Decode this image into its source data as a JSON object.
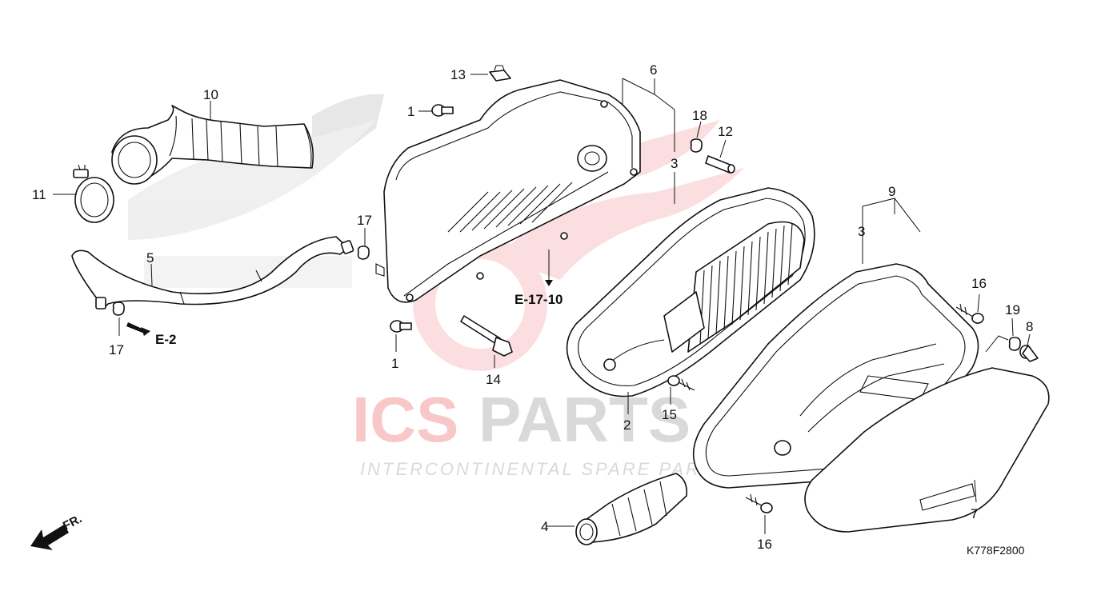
{
  "diagram": {
    "drawing_code": "K778F2800",
    "direction_label": "FR.",
    "references": {
      "e2": "E-2",
      "e1710": "E-17-10"
    },
    "callouts": {
      "c1a": "1",
      "c1b": "1",
      "c2": "2",
      "c3a": "3",
      "c3b": "3",
      "c4": "4",
      "c5": "5",
      "c6": "6",
      "c7": "7",
      "c8": "8",
      "c9": "9",
      "c10": "10",
      "c11": "11",
      "c12": "12",
      "c13": "13",
      "c14": "14",
      "c15": "15",
      "c16a": "16",
      "c16b": "16",
      "c17a": "17",
      "c17b": "17",
      "c18": "18",
      "c19": "19"
    }
  },
  "watermark": {
    "brand_red": "ICS",
    "brand_gray": "PARTS",
    "tagline": "INTERCONTINENTAL SPARE PARTS",
    "colors": {
      "red": "#e8383d",
      "gray": "#7a7a7a"
    }
  }
}
